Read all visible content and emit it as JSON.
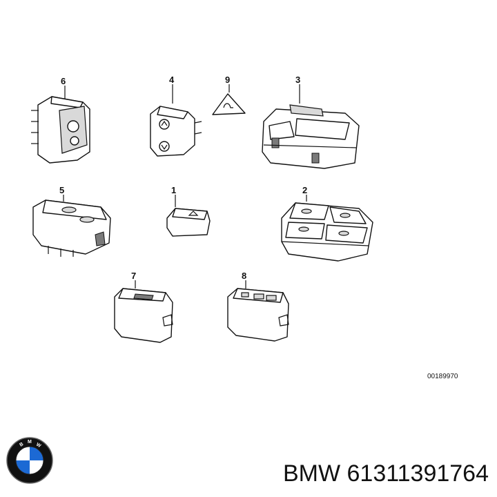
{
  "callouts": {
    "c1": "1",
    "c2": "2",
    "c3": "3",
    "c4": "4",
    "c5": "5",
    "c6": "6",
    "c7": "7",
    "c8": "8",
    "c9": "9"
  },
  "drawing_id": "00189970",
  "footer": {
    "brand": "BMW",
    "part_number": "61311391764",
    "label": "BMW 61311391764"
  },
  "logo": {
    "brand": "BMW",
    "colors": {
      "blue": "#1c69d4",
      "white": "#ffffff",
      "ring": "#111111"
    }
  }
}
